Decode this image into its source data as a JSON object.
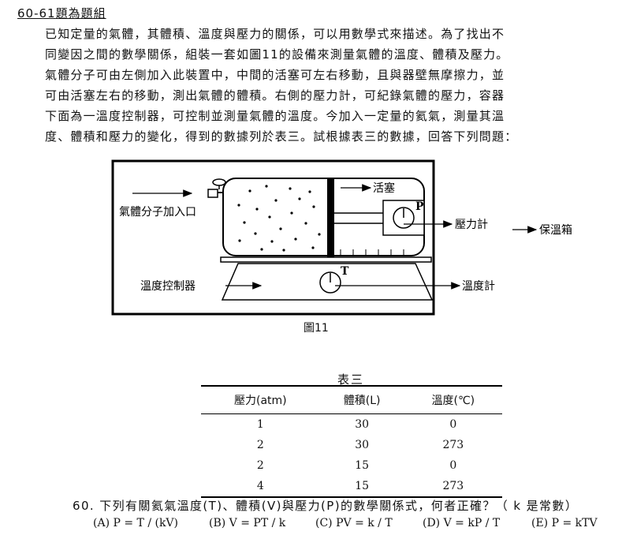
{
  "header": {
    "prefix": "60-61",
    "label": "題為題組"
  },
  "passage": {
    "lines": [
      "已知定量的氣體，其體積、溫度與壓力的關係，可以用數學式來描述。為了找出不",
      "同變因之間的數學關係，組裝一套如圖11的設備來測量氣體的溫度、體積及壓力。",
      "氣體分子可由左側加入此裝置中，中間的活塞可左右移動，且與器壁無摩擦力，並",
      "可由活塞左右的移動，測出氣體的體積。右側的壓力計，可紀錄氣體的壓力，容器",
      "下面為一溫度控制器，可控制並測量氣體的溫度。今加入一定量的氦氣，測量其溫",
      "度、體積和壓力的變化，得到的數據列於表三。試根據表三的數據，回答下列問題："
    ]
  },
  "figure": {
    "labels": {
      "gas_inlet": "氣體分子加入口",
      "piston": "活塞",
      "pressure_gauge": "壓力計",
      "thermostat_box": "保溫箱",
      "temp_controller": "溫度控制器",
      "thermometer": "溫度計",
      "p_symbol": "P",
      "t_symbol": "T"
    },
    "caption": "圖11"
  },
  "table": {
    "title": "表三",
    "headers": [
      "壓力(atm)",
      "體積(L)",
      "溫度(℃)"
    ],
    "rows": [
      [
        "1",
        "30",
        "0"
      ],
      [
        "2",
        "30",
        "273"
      ],
      [
        "2",
        "15",
        "0"
      ],
      [
        "4",
        "15",
        "273"
      ]
    ]
  },
  "question": {
    "text": "60. 下列有關氦氣溫度(T)、體積(V)與壓力(P)的數學關係式，何者正確？（ k 是常數）",
    "options": [
      "(A) P = T / (kV)",
      "(B) V = PT / k",
      "(C) PV = k / T",
      "(D) V = kP / T",
      "(E) P = kTV"
    ]
  }
}
